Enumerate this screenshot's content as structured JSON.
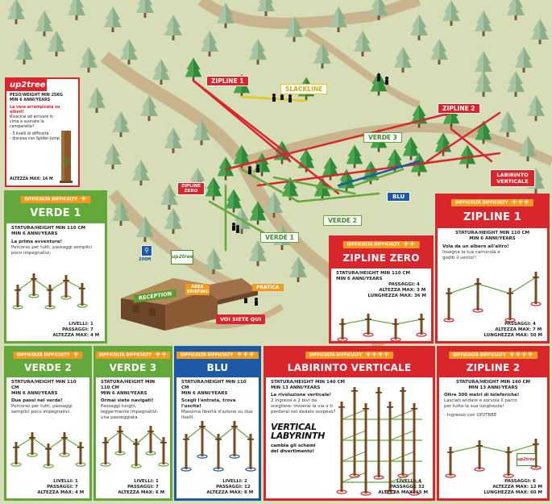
{
  "map": {
    "labels": {
      "zipline1": "ZIPLINE 1",
      "slackline": "SLACKLINE",
      "zipline2": "ZIPLINE 2",
      "verde3": "VERDE 3",
      "zipline_zero": "ZIPLINE ZERO",
      "blu": "BLU",
      "verde2": "VERDE 2",
      "verde1": "VERDE 1",
      "labirinto": "LABIRINTO VERTICALE",
      "reception": "RECEPTION",
      "area_briefing": "AREA BRIEFING",
      "pratica": "PRATICA",
      "voi_siete_qui": "VOI SIETE QUI",
      "distance": "200M",
      "brand": "up2tree"
    }
  },
  "cards": {
    "up2tree": {
      "brand": "up2tree",
      "line1": "PESO/WEIGHT MIN 25KG",
      "line2": "MIN 6 ANNI/YEARS",
      "desc_bold": "La vera arrampicata su alberi!",
      "desc": "Riuscirai ad arrivare in cima e suonare la campanella?",
      "bullet1": "- 3 livelli di difficoltà",
      "bullet2": "- discesa con Spider-Jump",
      "height": "ALTEZZA MAX: 16 M"
    },
    "verde1": {
      "difficulty": "DIFFICOLTÀ DIFFICULTY",
      "plus": "+",
      "title": "VERDE 1",
      "stat1": "STATURA/HEIGHT MIN 110 CM",
      "stat2": "MIN 6 ANNI/YEARS",
      "desc_bold": "La prima avventura!",
      "desc": "Percorso per tutti, passaggi semplici poco impegnativi.",
      "levels_label": "LIVELLI:",
      "levels": "1",
      "passages_label": "PASSAGGI:",
      "passages": "7",
      "height_label": "ALTEZZA MAX:",
      "height": "4 M"
    },
    "zipline1": {
      "difficulty": "DIFFICOLTÀ DIFFICULTY",
      "plus": "+++",
      "title": "ZIPLINE 1",
      "stat1": "STATURA/HEIGHT MIN 110 CM",
      "stat2": "MIN 6 ANNI/YEARS",
      "desc_bold": "Vola da un albero all'altro!",
      "desc": "Insegna la tua carrucola e goditi il vento!!",
      "passages_label": "PASSAGGI:",
      "passages": "4",
      "height_label": "ALTEZZA MAX:",
      "height": "7 M",
      "length_label": "LUNGHEZZA MAX:",
      "length": "50 M"
    },
    "ziplinezero": {
      "difficulty": "DIFFICOLTÀ DIFFICULTY",
      "plus": "++",
      "title": "ZIPLINE ZERO",
      "stat1": "STATURA/HEIGHT MIN 110 CM",
      "stat2": "MIN 6 ANNI/YEARS",
      "passages_label": "PASSAGGI:",
      "passages": "4",
      "height_label": "ALTEZZA MAX:",
      "height": "3 M",
      "length_label": "LUNGHEZZA MAX:",
      "length": "36 M"
    },
    "verde2": {
      "difficulty": "DIFFICOLTÀ DIFFICULTY",
      "plus": "+",
      "title": "VERDE 2",
      "stat1": "STATURA/HEIGHT MIN 110 CM",
      "stat2": "MIN 6 ANNI/YEARS",
      "desc_bold": "Due passi nel verde!",
      "desc": "Percorso per tutti, passaggi semplici poco impegnativi.",
      "levels_label": "LIVELLI:",
      "levels": "1",
      "passages_label": "PASSAGGI:",
      "passages": "7",
      "height_label": "ALTEZZA MAX:",
      "height": "4 M"
    },
    "verde3": {
      "difficulty": "DIFFICOLTÀ DIFFICULTY",
      "plus": "++",
      "title": "VERDE 3",
      "stat1": "STATURA/HEIGHT MIN 110 CM",
      "stat2": "MIN 6 ANNI/YEARS",
      "desc_bold": "Ormai siete navigati!",
      "desc": "Passaggi lunghi, leggermente impegnativi: una passeggiata.",
      "levels_label": "LIVELLI:",
      "levels": "1",
      "passages_label": "PASSAGGI:",
      "passages": "7",
      "height_label": "ALTEZZA MAX:",
      "height": "6 M"
    },
    "blu": {
      "difficulty": "DIFFICOLTÀ DIFFICULTY",
      "plus": "+++",
      "title": "BLU",
      "stat1": "STATURA/HEIGHT MIN 110 CM",
      "stat2": "MIN 6 ANNI/YEARS",
      "desc_bold": "Scegli l'entrata, trova l'uscita!",
      "desc": "Massima libertà d'azione su due livelli.",
      "levels_label": "LIVELLI:",
      "levels": "2",
      "passages_label": "PASSAGGI:",
      "passages": "12",
      "height_label": "ALTEZZA MAX:",
      "height": "8 M"
    },
    "labirinto": {
      "difficulty": "DIFFICOLTÀ DIFFICULTY",
      "plus": "++++",
      "title": "LABIRINTO VERTICALE",
      "stat1": "STATURA/HEIGHT MIN 140 CM",
      "stat2": "MIN 13 ANNI/YEARS",
      "desc_bold": "La rivoluzione verticale!",
      "desc": "2 ingressi e 2 bivi da scegliere: troverai la via o ti perderai nel dedalo sospeso?",
      "logo1": "VERTICAL",
      "logo2": "LABYRINTH",
      "tagline": "cambia gli schemi del divertimento!",
      "levels_label": "LIVELLI:",
      "levels": "4",
      "passages_label": "PASSAGGI:",
      "passages": "32",
      "height_label": "ALTEZZA MAX:",
      "height": "15 M"
    },
    "zipline2": {
      "difficulty": "DIFFICOLTÀ DIFFICULTY",
      "plus": "++++",
      "title": "ZIPLINE 2",
      "stat1": "STATURA/HEIGHT MIN 140 CM",
      "stat2": "MIN 13 ANNI/YEARS",
      "desc_bold": "Oltre 300 metri di teleferiche!",
      "desc": "Lasciati andare e sorvola il parco per tutta la sua lunghezza!",
      "note": "- Ingresso con UP2TREE",
      "passages_label": "PASSAGGI:",
      "passages": "6",
      "height_label": "ALTEZZA MAX:",
      "height": "12 M",
      "length_label": "LUNGHEZZA MAX:",
      "length": "60 M",
      "badge": "up2tree"
    }
  },
  "colors": {
    "green": "#62a83a",
    "red": "#d8262c",
    "blue": "#1c5aa8",
    "orange": "#f29a1f",
    "ground": "#d6ddb7",
    "path": "#c9b58d"
  }
}
